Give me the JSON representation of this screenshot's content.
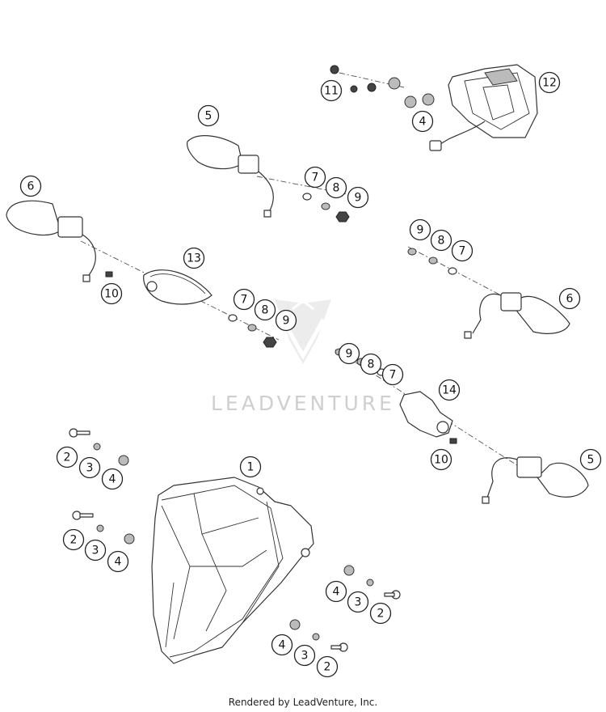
{
  "watermark": {
    "text": "LEADVENTURE"
  },
  "footer": {
    "text": "Rendered by LeadVenture, Inc."
  },
  "parts": [
    {
      "id": "callout-1",
      "label": "1"
    },
    {
      "id": "callout-2a",
      "label": "2"
    },
    {
      "id": "callout-3a",
      "label": "3"
    },
    {
      "id": "callout-4a",
      "label": "4"
    },
    {
      "id": "callout-2b",
      "label": "2"
    },
    {
      "id": "callout-3b",
      "label": "3"
    },
    {
      "id": "callout-4b",
      "label": "4"
    },
    {
      "id": "callout-4c",
      "label": "4"
    },
    {
      "id": "callout-3c",
      "label": "3"
    },
    {
      "id": "callout-2c",
      "label": "2"
    },
    {
      "id": "callout-4d",
      "label": "4"
    },
    {
      "id": "callout-3d",
      "label": "3"
    },
    {
      "id": "callout-2d",
      "label": "2"
    },
    {
      "id": "callout-5a",
      "label": "5"
    },
    {
      "id": "callout-5b",
      "label": "5"
    },
    {
      "id": "callout-6a",
      "label": "6"
    },
    {
      "id": "callout-6b",
      "label": "6"
    },
    {
      "id": "callout-7a",
      "label": "7"
    },
    {
      "id": "callout-8a",
      "label": "8"
    },
    {
      "id": "callout-9a",
      "label": "9"
    },
    {
      "id": "callout-7b",
      "label": "7"
    },
    {
      "id": "callout-8b",
      "label": "8"
    },
    {
      "id": "callout-9b",
      "label": "9"
    },
    {
      "id": "callout-9c",
      "label": "9"
    },
    {
      "id": "callout-8c",
      "label": "8"
    },
    {
      "id": "callout-7c",
      "label": "7"
    },
    {
      "id": "callout-9d",
      "label": "9"
    },
    {
      "id": "callout-8d",
      "label": "8"
    },
    {
      "id": "callout-7d",
      "label": "7"
    },
    {
      "id": "callout-10a",
      "label": "10"
    },
    {
      "id": "callout-10b",
      "label": "10"
    },
    {
      "id": "callout-11",
      "label": "11"
    },
    {
      "id": "callout-4e",
      "label": "4"
    },
    {
      "id": "callout-12",
      "label": "12"
    },
    {
      "id": "callout-13",
      "label": "13"
    },
    {
      "id": "callout-14",
      "label": "14"
    }
  ]
}
